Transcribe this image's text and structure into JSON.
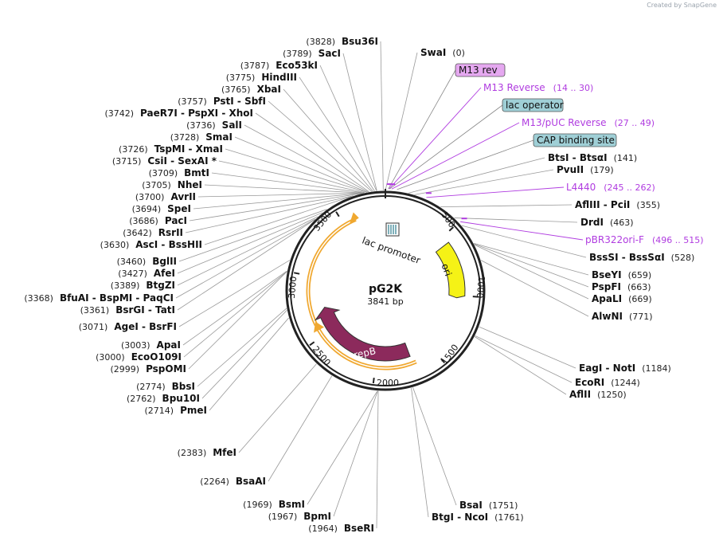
{
  "credit": "Created by  SnapGene",
  "plasmid": {
    "name": "pG2K",
    "size_label": "3841 bp",
    "size": 3841
  },
  "ticks": [
    "500",
    "1000",
    "1500",
    "2000",
    "2500",
    "3000",
    "3500"
  ],
  "features": [
    {
      "key": "ori",
      "label": "ori",
      "color": "#f5f216"
    },
    {
      "key": "repB",
      "label": "repB",
      "color": "#8c2a5c"
    },
    {
      "key": "lacpromoter",
      "label": "lac promoter",
      "color": "#ffffff"
    }
  ],
  "sites_right": [
    {
      "name": "SwaI",
      "pos": "(0)"
    },
    {
      "name": "BtsI - BtsαI",
      "pos": "(141)"
    },
    {
      "name": "PvuII",
      "pos": "(179)"
    },
    {
      "name": "AflIII - PciI",
      "pos": "(355)"
    },
    {
      "name": "DrdI",
      "pos": "(463)"
    },
    {
      "name": "BssSI - BssSαI",
      "pos": "(528)"
    },
    {
      "name": "BseYI",
      "pos": "(659)"
    },
    {
      "name": "PspFI",
      "pos": "(663)"
    },
    {
      "name": "ApaLI",
      "pos": "(669)"
    },
    {
      "name": "AlwNI",
      "pos": "(771)"
    },
    {
      "name": "EagI - NotI",
      "pos": "(1184)"
    },
    {
      "name": "EcoRI",
      "pos": "(1244)"
    },
    {
      "name": "AflII",
      "pos": "(1250)"
    },
    {
      "name": "BsaI",
      "pos": "(1751)"
    },
    {
      "name": "BtgI - NcoI",
      "pos": "(1761)"
    }
  ],
  "sites_bottom": [
    {
      "name": "BsmI",
      "pos": "(1969)"
    },
    {
      "name": "BpmI",
      "pos": "(1967)"
    },
    {
      "name": "BseRI",
      "pos": "(1964)"
    },
    {
      "name": "BsaAI",
      "pos": "(2264)"
    },
    {
      "name": "MfeI",
      "pos": "(2383)"
    }
  ],
  "sites_left": [
    {
      "name": "Bsu36I",
      "pos": "(3828)"
    },
    {
      "name": "SacI",
      "pos": "(3789)"
    },
    {
      "name": "Eco53kI",
      "pos": "(3787)"
    },
    {
      "name": "HindIII",
      "pos": "(3775)"
    },
    {
      "name": "XbaI",
      "pos": "(3765)"
    },
    {
      "name": "PstI - SbfI",
      "pos": "(3757)"
    },
    {
      "name": "PaeR7I - PspXI - XhoI",
      "pos": "(3742)"
    },
    {
      "name": "SalI",
      "pos": "(3736)"
    },
    {
      "name": "SmaI",
      "pos": "(3728)"
    },
    {
      "name": "TspMI - XmaI",
      "pos": "(3726)"
    },
    {
      "name": "CsiI - SexAI *",
      "pos": "(3715)"
    },
    {
      "name": "BmtI",
      "pos": "(3709)"
    },
    {
      "name": "NheI",
      "pos": "(3705)"
    },
    {
      "name": "AvrII",
      "pos": "(3700)"
    },
    {
      "name": "SpeI",
      "pos": "(3694)"
    },
    {
      "name": "PacI",
      "pos": "(3686)"
    },
    {
      "name": "RsrII",
      "pos": "(3642)"
    },
    {
      "name": "AscI - BssHII",
      "pos": "(3630)"
    },
    {
      "name": "BglII",
      "pos": "(3460)"
    },
    {
      "name": "AfeI",
      "pos": "(3427)"
    },
    {
      "name": "BtgZI",
      "pos": "(3389)"
    },
    {
      "name": "BfuAI - BspMI - PaqCI",
      "pos": "(3368)"
    },
    {
      "name": "BsrGI - TatI",
      "pos": "(3361)"
    },
    {
      "name": "AgeI - BsrFI",
      "pos": "(3071)"
    },
    {
      "name": "ApaI",
      "pos": "(3003)"
    },
    {
      "name": "EcoO109I",
      "pos": "(3000)"
    },
    {
      "name": "PspOMI",
      "pos": "(2999)"
    },
    {
      "name": "BbsI",
      "pos": "(2774)"
    },
    {
      "name": "Bpu10I",
      "pos": "(2762)"
    },
    {
      "name": "PmeI",
      "pos": "(2714)"
    }
  ],
  "primers": [
    {
      "name": "M13 Reverse",
      "pos": "(14 .. 30)"
    },
    {
      "name": "M13/pUC Reverse",
      "pos": "(27 .. 49)"
    },
    {
      "name": "L4440",
      "pos": "(245 .. 262)"
    },
    {
      "name": "pBR322ori-F",
      "pos": "(496 .. 515)"
    }
  ],
  "boxed_labels": [
    {
      "name": "M13 rev",
      "color": "#e5a8f0"
    },
    {
      "name": "lac operator",
      "color": "#9fcfd6"
    },
    {
      "name": "CAP binding site",
      "color": "#9fcfd6"
    }
  ]
}
